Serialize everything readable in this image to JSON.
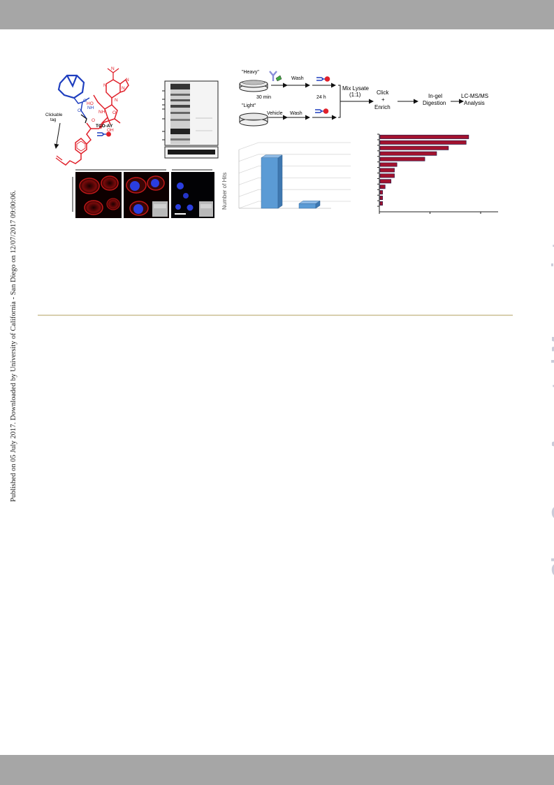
{
  "side_text": {
    "left": "Published on 05 July 2017. Downloaded by University of California - San Diego on 12/07/2017 09:00:06.",
    "right": "ChemComm Accepted Manuscript"
  },
  "structure": {
    "clickable_tag": [
      "Clickable",
      "tag"
    ],
    "probe_name": "TCO-AY",
    "atoms": [
      "O",
      "O",
      "NH",
      "HO",
      "NH",
      "O",
      "OH",
      "N",
      "N",
      "N",
      "N",
      "N",
      "O"
    ]
  },
  "workflow": {
    "heavy_label": "\"Heavy\"",
    "light_label": "\"Light\"",
    "wash_label": "Wash",
    "time_30min": "30 min",
    "time_24h": "24 h",
    "vehicle_label": "Vehicle",
    "mix_lysate": [
      "Mix Lysate",
      "(1:1)"
    ],
    "click_enrich": [
      "Click",
      "+",
      "Enrich"
    ],
    "digestion": [
      "In-gel",
      "Digestion"
    ],
    "analysis": [
      "LC-MS/MS",
      "Analysis"
    ]
  },
  "colors": {
    "probe_red": "#e0202a",
    "probe_blue": "#1f3fbf",
    "hits_bar": "#5b9bd5",
    "hbar_fill": "#a3122e"
  },
  "chart_data": [
    {
      "type": "bar",
      "categories": [
        "",
        ""
      ],
      "values": [
        43,
        4
      ],
      "title": "",
      "xlabel": "",
      "ylabel": "Number of Hits"
    },
    {
      "type": "bar",
      "orientation": "horizontal",
      "categories": [
        "",
        "",
        "",
        "",
        "",
        "",
        "",
        "",
        "",
        "",
        "",
        "",
        "",
        ""
      ],
      "values": [
        10.5,
        10.2,
        8.1,
        6.7,
        5.3,
        2.0,
        1.7,
        1.7,
        1.3,
        0.6,
        0.3,
        0.3,
        0.3,
        0.0
      ],
      "title": "",
      "xlabel": "",
      "ylabel": ""
    }
  ]
}
